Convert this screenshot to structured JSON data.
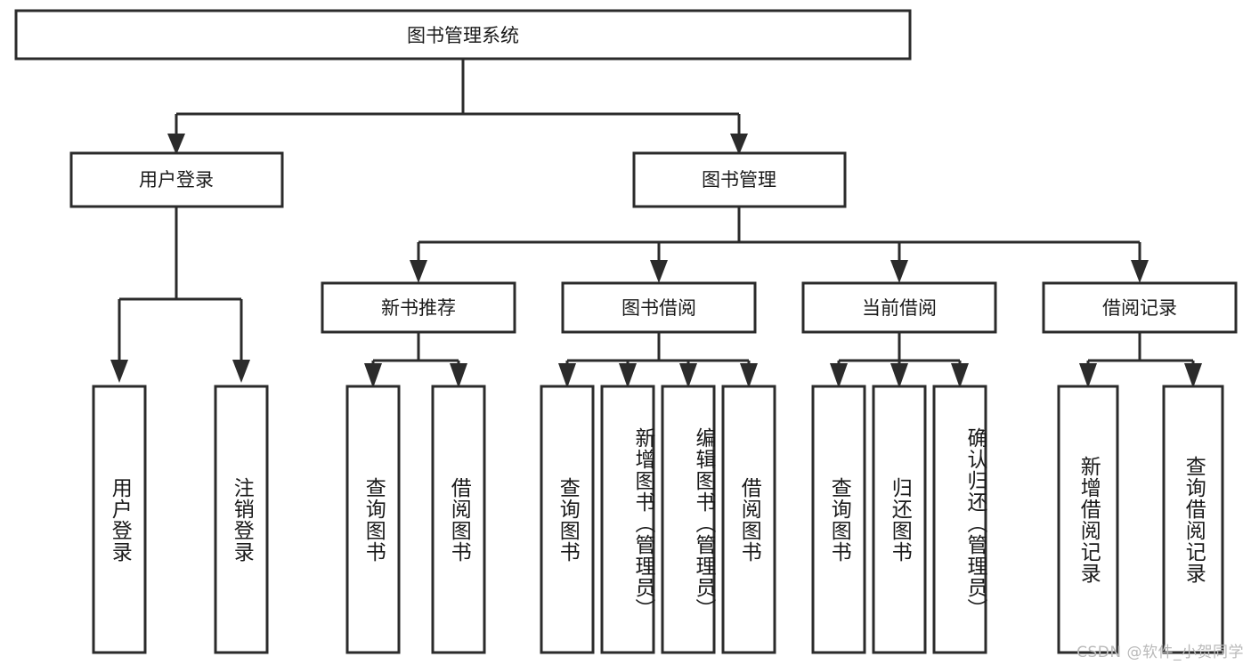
{
  "diagram": {
    "type": "tree-hierarchy",
    "title": "图书管理系统",
    "root": {
      "label": "图书管理系统"
    },
    "level2": [
      {
        "id": "user-login",
        "label": "用户登录"
      },
      {
        "id": "book-management",
        "label": "图书管理"
      }
    ],
    "level3": [
      {
        "id": "new-book-recommend",
        "label": "新书推荐"
      },
      {
        "id": "book-borrow",
        "label": "图书借阅"
      },
      {
        "id": "current-borrow",
        "label": "当前借阅"
      },
      {
        "id": "borrow-record",
        "label": "借阅记录"
      }
    ],
    "leaves": {
      "user_login": [
        {
          "id": "leaf-user-login",
          "label": "用户登录"
        },
        {
          "id": "leaf-logout-login",
          "label": "注销登录"
        }
      ],
      "new_book_recommend": [
        {
          "id": "leaf-query-book-1",
          "label": "查询图书"
        },
        {
          "id": "leaf-borrow-book-1",
          "label": "借阅图书"
        }
      ],
      "book_borrow": [
        {
          "id": "leaf-query-book-2",
          "label": "查询图书"
        },
        {
          "id": "leaf-add-book",
          "label": "新增图书（管理员）"
        },
        {
          "id": "leaf-edit-book",
          "label": "编辑图书（管理员）"
        },
        {
          "id": "leaf-borrow-book-2",
          "label": "借阅图书"
        }
      ],
      "current_borrow": [
        {
          "id": "leaf-query-book-3",
          "label": "查询图书"
        },
        {
          "id": "leaf-return-book",
          "label": "归还图书"
        },
        {
          "id": "leaf-confirm-return",
          "label": "确认归还（管理员）"
        }
      ],
      "borrow_record": [
        {
          "id": "leaf-add-record",
          "label": "新增借阅记录"
        },
        {
          "id": "leaf-query-record",
          "label": "查询借阅记录"
        }
      ]
    }
  },
  "watermark": {
    "text": "CSDN @软件_小贺同学"
  },
  "colors": {
    "background": "#ffffff",
    "box_fill": "#ffffff",
    "box_stroke": "#2b2b2b",
    "text": "#1a1a1a",
    "watermark": "#b9b9b9"
  }
}
